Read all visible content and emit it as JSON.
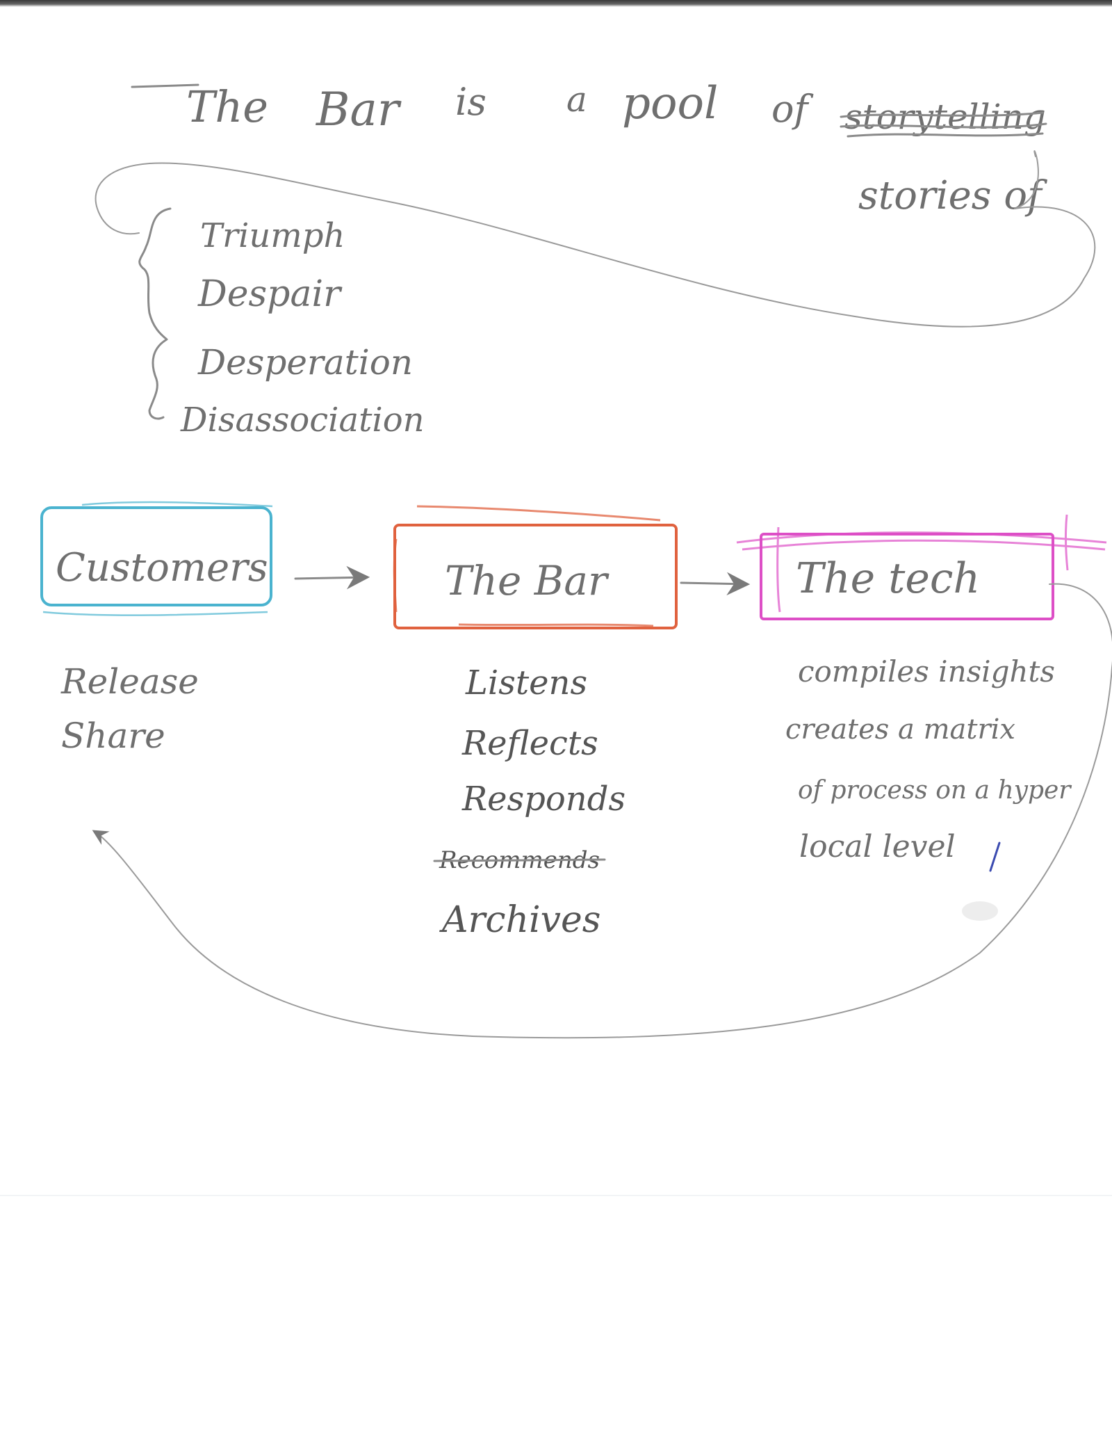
{
  "title": {
    "line1_words": [
      "The",
      "Bar",
      "is",
      "a",
      "pool",
      "of"
    ],
    "struck_word": "storytelling",
    "line2": "stories of"
  },
  "story_types": [
    "Triumph",
    "Despair",
    "Desperation",
    "Disassociation"
  ],
  "nodes": [
    {
      "label": "Customers",
      "color": "#4ab3cf",
      "actions": [
        "Release",
        "Share"
      ]
    },
    {
      "label": "The Bar",
      "color": "#e0623f",
      "actions": [
        "Listens",
        "Reflects",
        "Responds",
        "Recommends",
        "Archives"
      ],
      "struck_action_index": 3
    },
    {
      "label": "The tech",
      "color": "#dd4fc6",
      "actions": [
        "compiles insights",
        "creates a matrix",
        "of process on a hyper",
        "local level"
      ]
    }
  ],
  "colors": {
    "pencil": "#8a8a8a",
    "ink_mark": "#3b4bb0",
    "paper": "#ffffff"
  }
}
